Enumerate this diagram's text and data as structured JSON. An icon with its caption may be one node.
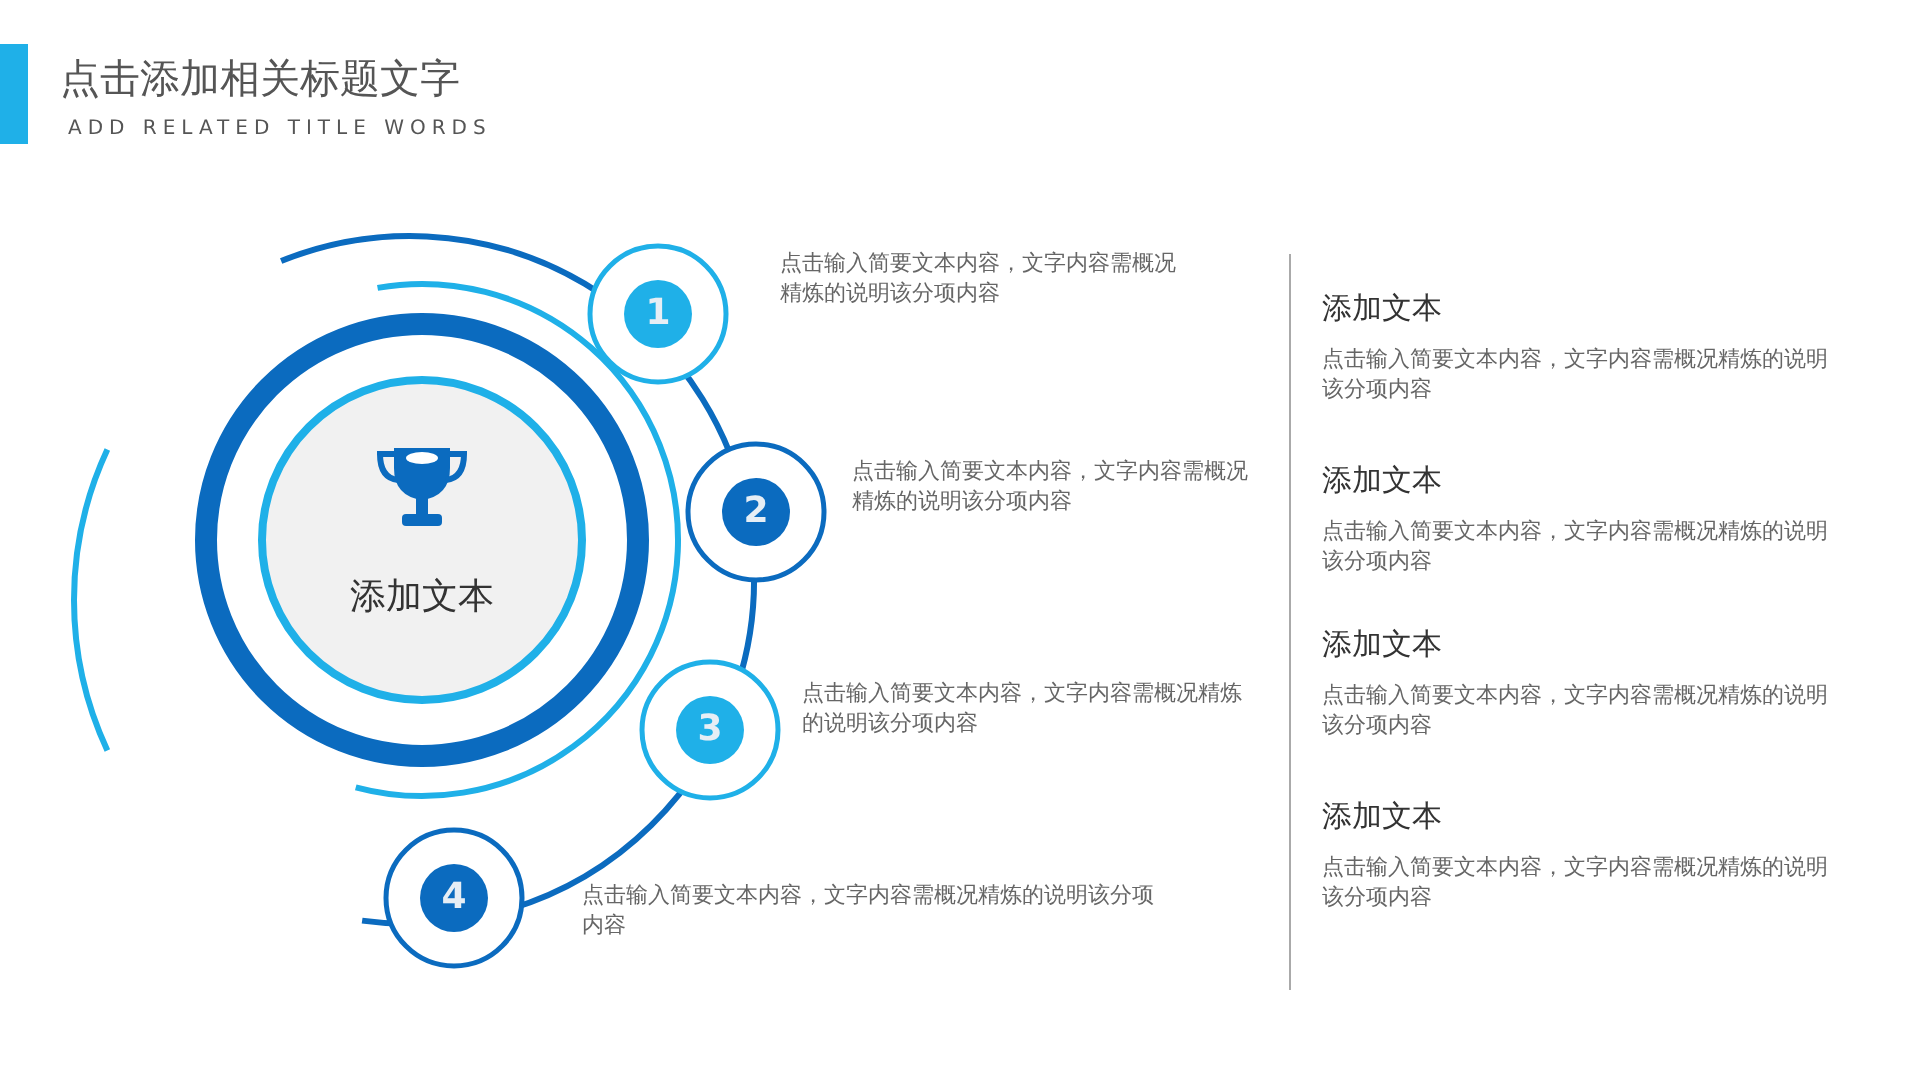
{
  "diagram": {
    "title": "点击添加相关标题文字",
    "nodes": [
      {
        "text": [
          "添加文本"
        ]
      },
      {
        "text": [
          "1"
        ],
        "beside": [
          "点击输入简要文本内容，文字内容需概况精炼的说明该分项内容"
        ]
      },
      {
        "text": [
          "2"
        ],
        "beside": [
          "点击输入简要文本内容，文字内容需概况精炼的说明该分项内容"
        ]
      },
      {
        "text": [
          "3"
        ],
        "beside": [
          "点击输入简要文本内容，文字内容需概况精炼的说明该分项内容"
        ]
      },
      {
        "text": [
          "4"
        ],
        "beside": [
          "点击输入简要文本内容，文字内容需概况精炼的说明该分项内容"
        ]
      }
    ],
    "edges": [],
    "labels": [
      "ADD RELATED TITLE WORDS",
      "添加文本",
      "点击输入简要文本内容，文字内容需概况精炼的说明该分项内容",
      "添加文本",
      "点击输入简要文本内容，文字内容需概况精炼的说明该分项内容",
      "添加文本",
      "点击输入简要文本内容，文字内容需概况精炼的说明该分项内容",
      "添加文本",
      "点击输入简要文本内容，文字内容需概况精炼的说明该分项内容"
    ]
  }
}
